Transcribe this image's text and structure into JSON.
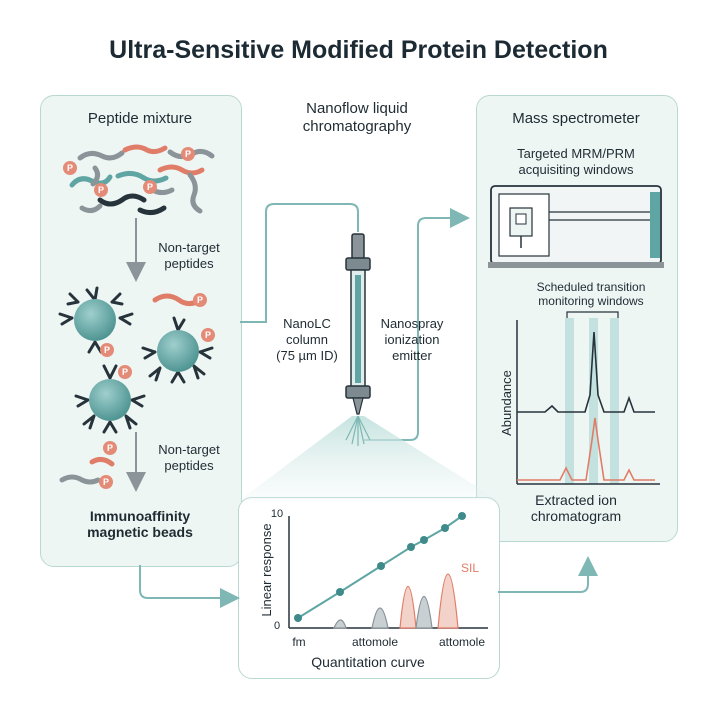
{
  "title": "Ultra-Sensitive Modified Protein Detection",
  "left_panel": {
    "heading": "Peptide mixture",
    "non_target_1": "Non-target\npeptides",
    "non_target_2": "Non-target\npeptides",
    "beads_label": "Immunoaffinity\nmagnetic beads",
    "phospho_marker": "P"
  },
  "middle": {
    "heading": "Nanoflow liquid\nchromatography",
    "column_label": "NanoLC\ncolumn\n(75 µm ID)",
    "emitter_label": "Nanospray\nionization\nemitter"
  },
  "right_panel": {
    "heading": "Mass spectrometer",
    "acq_label": "Targeted MRM/PRM\nacquisiting windows",
    "sched_label": "Scheduled transition\nmonitoring windows",
    "y_axis": "Abundance",
    "xic_label": "Extracted ion\nchromatogram"
  },
  "quant_panel": {
    "y_axis": "Linear response",
    "y_top": "10",
    "y_bottom": "0",
    "x_ticks": [
      "fm",
      "attomole",
      "attomole"
    ],
    "sil_label": "SIL",
    "caption": "Quantitation curve"
  },
  "colors": {
    "teal": "#5ea5a3",
    "panel_bg": "#eef6f4",
    "panel_border": "#b9d8d2",
    "salmon": "#e07d68",
    "dark": "#26333b"
  }
}
